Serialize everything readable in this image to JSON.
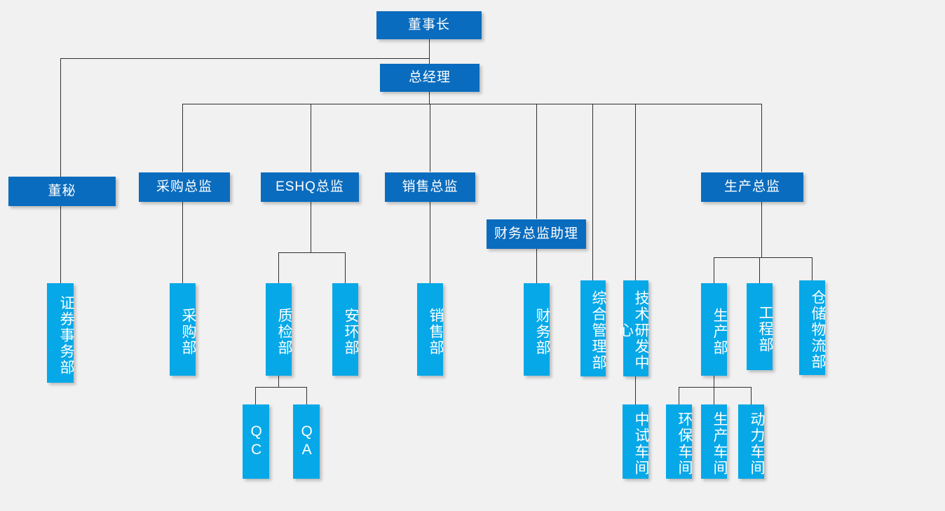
{
  "chart": {
    "type": "org-chart",
    "title": "",
    "colors": {
      "level_primary": "#0a6cbe",
      "level_department": "#06a8e8",
      "background": "#f1f1f1",
      "connector": "#2f2f2f",
      "text": "#ffffff"
    }
  },
  "nodes": {
    "chairman": "董事长",
    "general_manager": "总经理",
    "board_secretary": "董秘",
    "purchasing_director": "采购总监",
    "eshq_director": "ESHQ总监",
    "sales_director": "销售总监",
    "finance_director_assistant": "财务总监助理",
    "production_director": "生产总监",
    "securities_affairs_dept": "证券事务部",
    "purchasing_dept": "采购部",
    "quality_inspection_dept": "质检部",
    "safety_environment_dept": "安环部",
    "sales_dept": "销售部",
    "finance_dept": "财务部",
    "general_admin_dept": "综合管理部",
    "rnd_center": "技术研发中心",
    "production_dept": "生产部",
    "engineering_dept": "工程部",
    "warehouse_logistics_dept": "仓储物流部",
    "qc": "QC",
    "qa": "QA",
    "pilot_workshop": "中试车间",
    "environmental_workshop": "环保车间",
    "production_workshop": "生产车间",
    "power_workshop": "动力车间"
  }
}
